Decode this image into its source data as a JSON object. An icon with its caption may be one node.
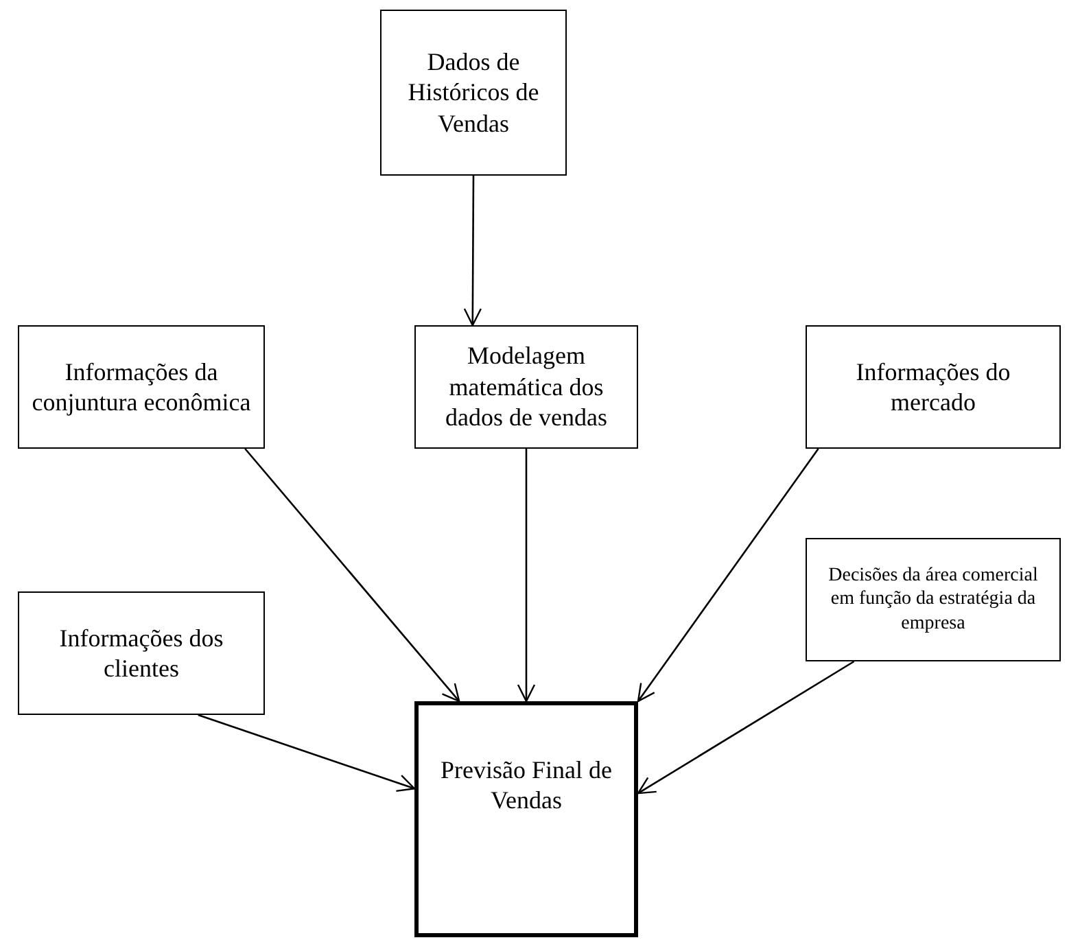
{
  "diagram": {
    "nodes": [
      {
        "text": [
          "Dados de Históricos de Vendas"
        ]
      },
      {
        "text": [
          "Informações da conjuntura econômica"
        ]
      },
      {
        "text": [
          "Modelagem matemática dos dados de vendas"
        ]
      },
      {
        "text": [
          "Informações do mercado"
        ]
      },
      {
        "text": [
          "Informações dos clientes"
        ]
      },
      {
        "text": [
          "Decisões da área comercial em função da estratégia da empresa"
        ]
      },
      {
        "text": [
          "Previsão Final de Vendas"
        ]
      }
    ],
    "edges": [
      {
        "from": 0,
        "to": 2,
        "arrow": "to"
      },
      {
        "from": 1,
        "to": 6,
        "arrow": "to"
      },
      {
        "from": 2,
        "to": 6,
        "arrow": "to"
      },
      {
        "from": 3,
        "to": 6,
        "arrow": "to"
      },
      {
        "from": 4,
        "to": 6,
        "arrow": "to"
      },
      {
        "from": 5,
        "to": 6,
        "arrow": "to"
      }
    ]
  }
}
